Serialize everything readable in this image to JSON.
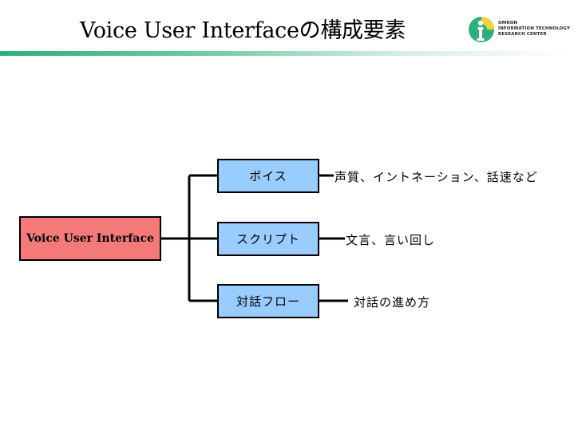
{
  "header": {
    "title": "Voice User Interfaceの構成要素",
    "logo": {
      "icon": "omron-info-i-logo",
      "lines": [
        "OMRON",
        "INFORMATION TECHNOLOGY",
        "RESEARCH CENTER"
      ],
      "colors": {
        "green": "#2bb07a",
        "yellow": "#f5d23a",
        "dark": "#1e1e1e"
      }
    }
  },
  "diagram": {
    "root": {
      "label": "Voice User Interface",
      "color": "#f47a7a"
    },
    "children": [
      {
        "label": "ボイス",
        "description": "声質、イントネーション、話速など"
      },
      {
        "label": "スクリプト",
        "description": "文言、言い回し"
      },
      {
        "label": "対話フロー",
        "description": "対話の進め方"
      }
    ],
    "child_color": "#99ccff",
    "line_color": "#000000"
  }
}
